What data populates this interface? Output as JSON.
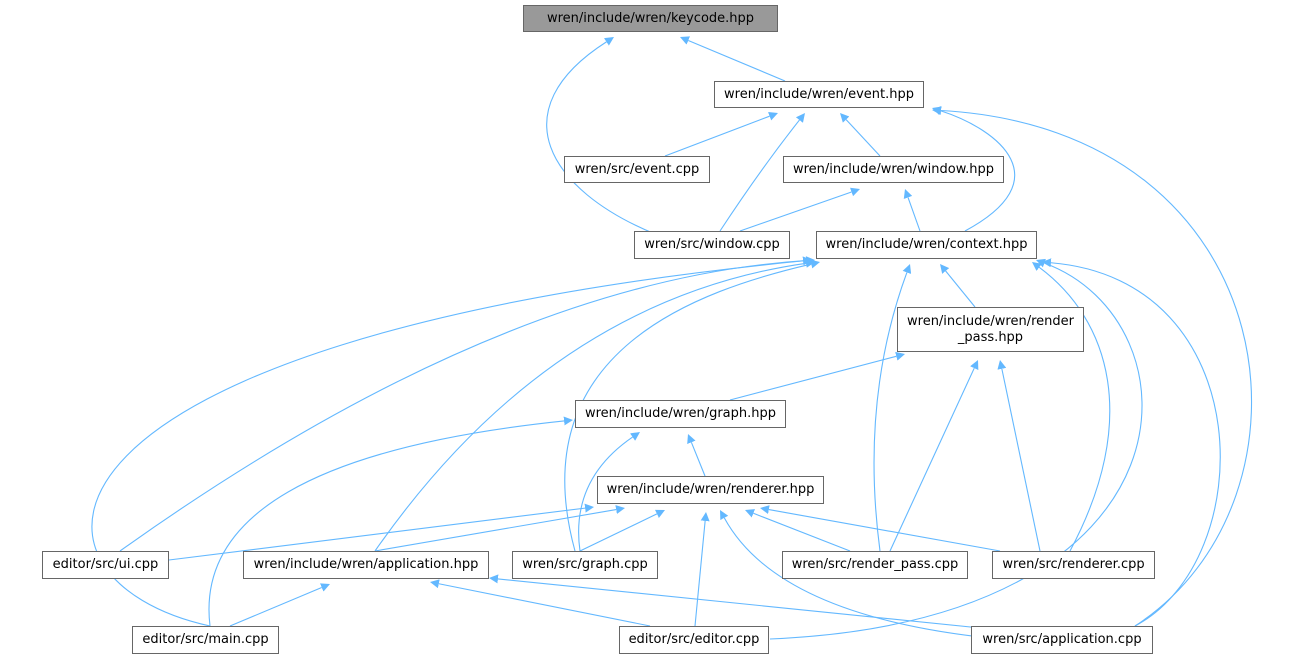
{
  "graph": {
    "edge_color": "#63b8ff",
    "nodes": [
      {
        "id": "keycode",
        "label": "wren/include/wren/keycode.hpp",
        "root": true
      },
      {
        "id": "event",
        "label": "wren/include/wren/event.hpp"
      },
      {
        "id": "event_cpp",
        "label": "wren/src/event.cpp"
      },
      {
        "id": "window_hpp",
        "label": "wren/include/wren/window.hpp"
      },
      {
        "id": "window_cpp",
        "label": "wren/src/window.cpp"
      },
      {
        "id": "context",
        "label": "wren/include/wren/context.hpp"
      },
      {
        "id": "render_pass_hpp",
        "label": "wren/include/wren/render\n_pass.hpp"
      },
      {
        "id": "graph_hpp",
        "label": "wren/include/wren/graph.hpp"
      },
      {
        "id": "renderer_hpp",
        "label": "wren/include/wren/renderer.hpp"
      },
      {
        "id": "ui_cpp",
        "label": "editor/src/ui.cpp"
      },
      {
        "id": "application_hpp",
        "label": "wren/include/wren/application.hpp"
      },
      {
        "id": "graph_cpp",
        "label": "wren/src/graph.cpp"
      },
      {
        "id": "render_pass_cpp",
        "label": "wren/src/render_pass.cpp"
      },
      {
        "id": "renderer_cpp",
        "label": "wren/src/renderer.cpp"
      },
      {
        "id": "main_cpp",
        "label": "editor/src/main.cpp"
      },
      {
        "id": "editor_cpp",
        "label": "editor/src/editor.cpp"
      },
      {
        "id": "application_cpp",
        "label": "wren/src/application.cpp"
      }
    ],
    "edges": [
      [
        "event",
        "keycode"
      ],
      [
        "window_cpp",
        "keycode"
      ],
      [
        "event_cpp",
        "event"
      ],
      [
        "window_hpp",
        "event"
      ],
      [
        "window_cpp",
        "event"
      ],
      [
        "context",
        "event"
      ],
      [
        "application_cpp",
        "event"
      ],
      [
        "window_cpp",
        "window_hpp"
      ],
      [
        "context",
        "window_hpp"
      ],
      [
        "render_pass_hpp",
        "context"
      ],
      [
        "ui_cpp",
        "context"
      ],
      [
        "application_hpp",
        "context"
      ],
      [
        "graph_cpp",
        "context"
      ],
      [
        "main_cpp",
        "context"
      ],
      [
        "render_pass_cpp",
        "context"
      ],
      [
        "renderer_cpp",
        "context"
      ],
      [
        "editor_cpp",
        "context"
      ],
      [
        "application_cpp",
        "context"
      ],
      [
        "graph_hpp",
        "render_pass_hpp"
      ],
      [
        "render_pass_cpp",
        "render_pass_hpp"
      ],
      [
        "renderer_cpp",
        "render_pass_hpp"
      ],
      [
        "renderer_hpp",
        "graph_hpp"
      ],
      [
        "graph_cpp",
        "graph_hpp"
      ],
      [
        "main_cpp",
        "graph_hpp"
      ],
      [
        "ui_cpp",
        "renderer_hpp"
      ],
      [
        "application_hpp",
        "renderer_hpp"
      ],
      [
        "graph_cpp",
        "renderer_hpp"
      ],
      [
        "render_pass_cpp",
        "renderer_hpp"
      ],
      [
        "renderer_cpp",
        "renderer_hpp"
      ],
      [
        "editor_cpp",
        "renderer_hpp"
      ],
      [
        "application_cpp",
        "renderer_hpp"
      ],
      [
        "main_cpp",
        "application_hpp"
      ],
      [
        "editor_cpp",
        "application_hpp"
      ],
      [
        "application_cpp",
        "application_hpp"
      ]
    ]
  }
}
